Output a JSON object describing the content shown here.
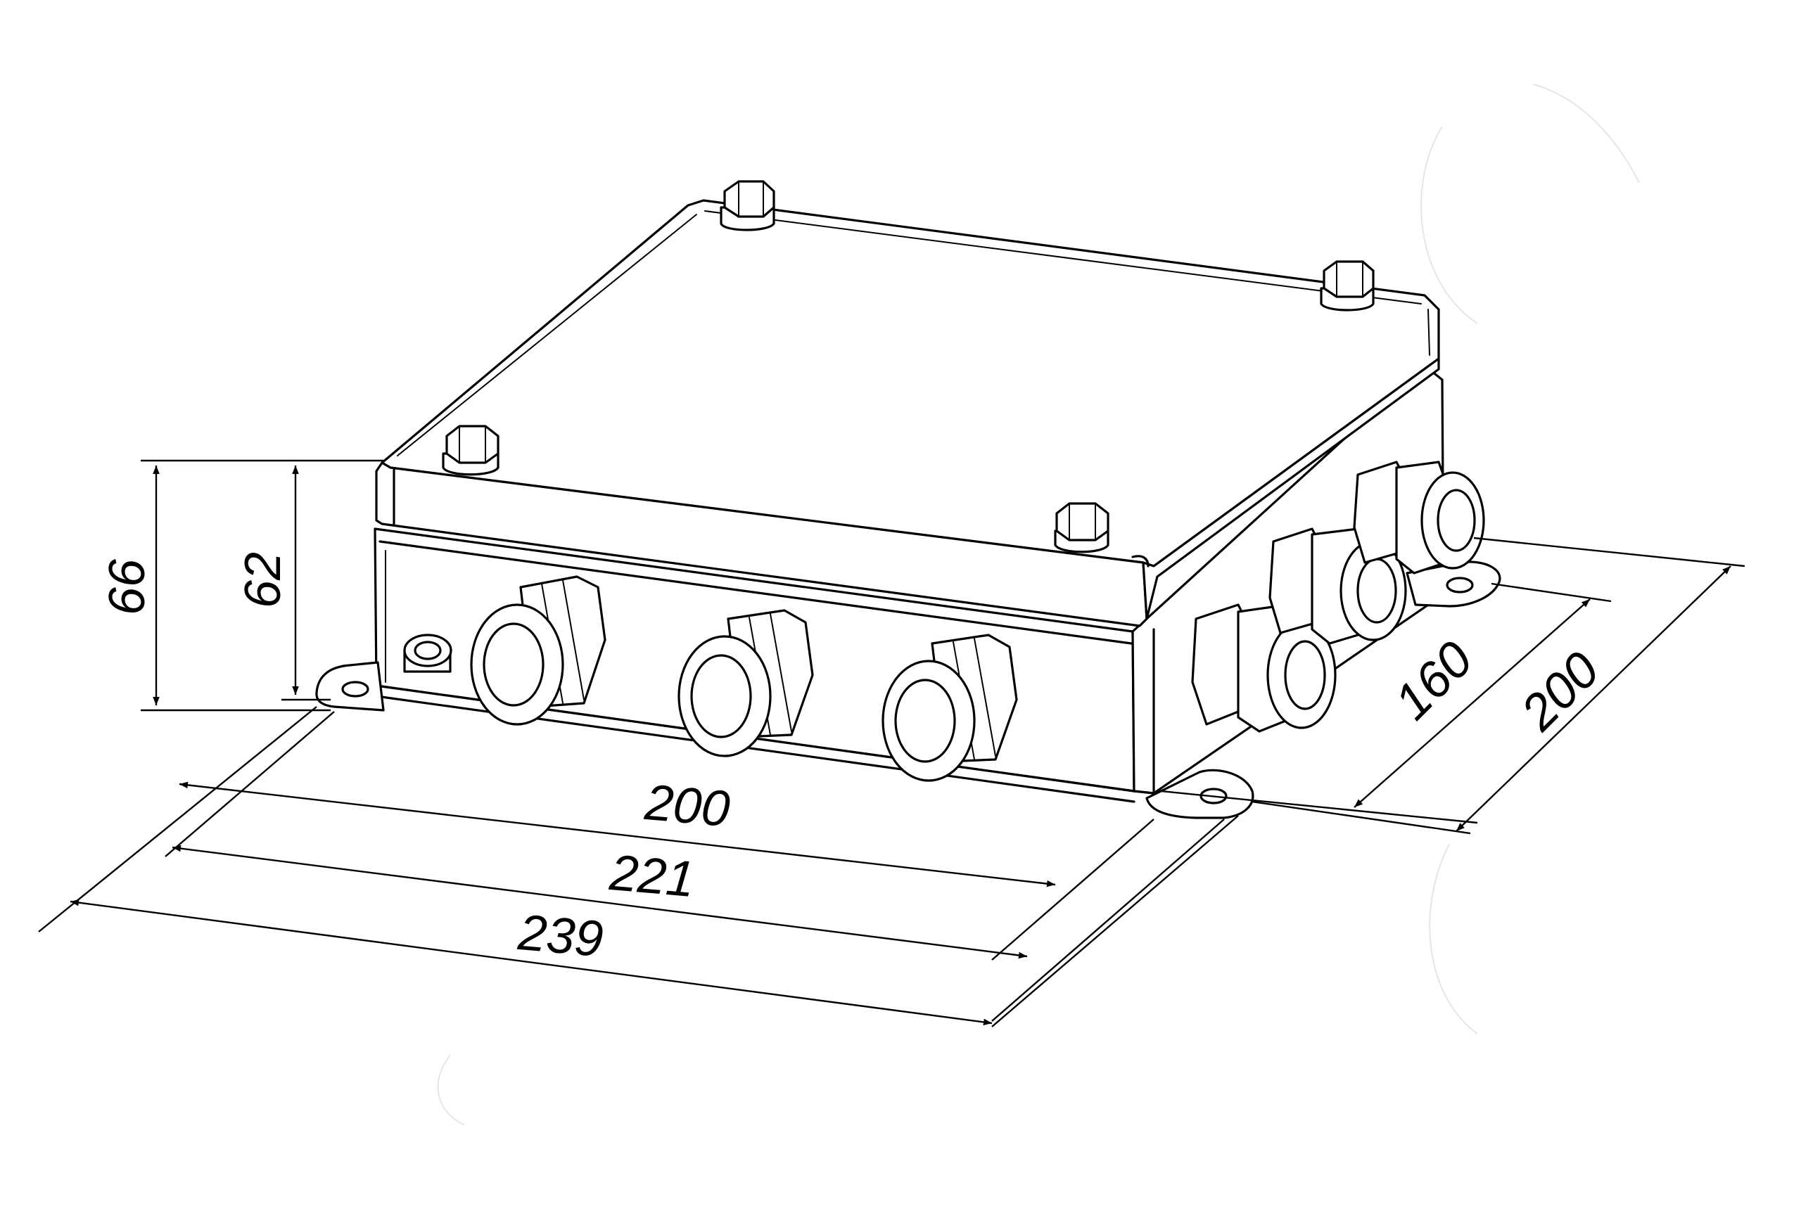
{
  "drawing": {
    "dimensions": {
      "height_outer": "66",
      "height_inner": "62",
      "width_inner": "200",
      "width_mount": "221",
      "width_overall": "239",
      "depth_inner": "160",
      "depth_overall": "200"
    }
  }
}
